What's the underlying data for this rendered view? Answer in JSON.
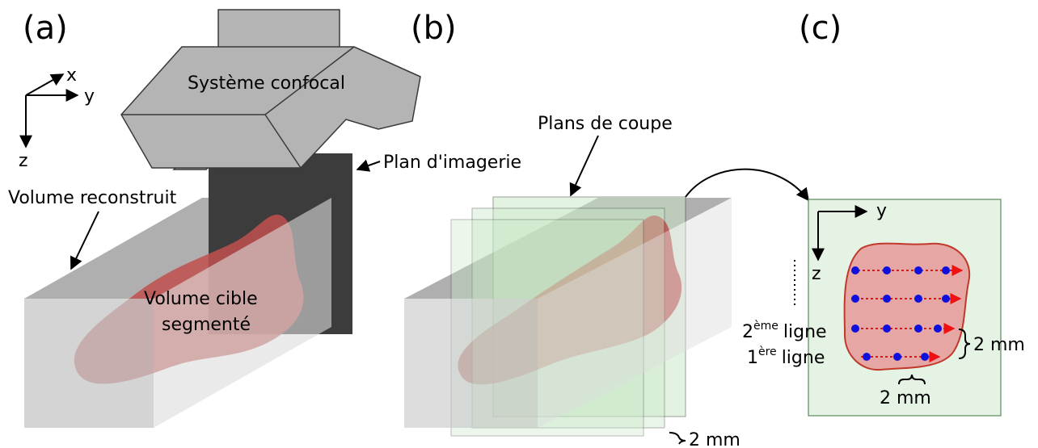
{
  "panels": {
    "a": {
      "letter": "(a)",
      "axis_x": "x",
      "axis_y": "y",
      "axis_z": "z",
      "confocal_label": "Système confocal",
      "imaging_plane_label": "Plan d'imagerie",
      "reconstructed_volume_label": "Volume reconstruit",
      "target_label_line1": "Volume cible",
      "target_label_line2": "segmenté"
    },
    "b": {
      "letter": "(b)",
      "cut_planes_label": "Plans de coupe",
      "spacing_label": "2 mm"
    },
    "c": {
      "letter": "(c)",
      "axis_y": "y",
      "axis_z": "z",
      "line2_num": "2",
      "line2_sup": "ème",
      "line2_word": "ligne",
      "line1_num": "1",
      "line1_sup": "ère",
      "line1_word": "ligne",
      "row_spacing_label": "2 mm",
      "point_spacing_label": "2 mm"
    }
  },
  "colors": {
    "volume_top": "#a6a6a6",
    "volume_front": "#c6c6c6",
    "volume_side": "#dcdcdc",
    "target": "#c0504d",
    "imaging_plane": "#3c3c3c",
    "confocal": "#b4b4b4",
    "cut_plane": "#c9e8c6",
    "point": "#1010dd",
    "scan_arrow": "#ee1111"
  }
}
